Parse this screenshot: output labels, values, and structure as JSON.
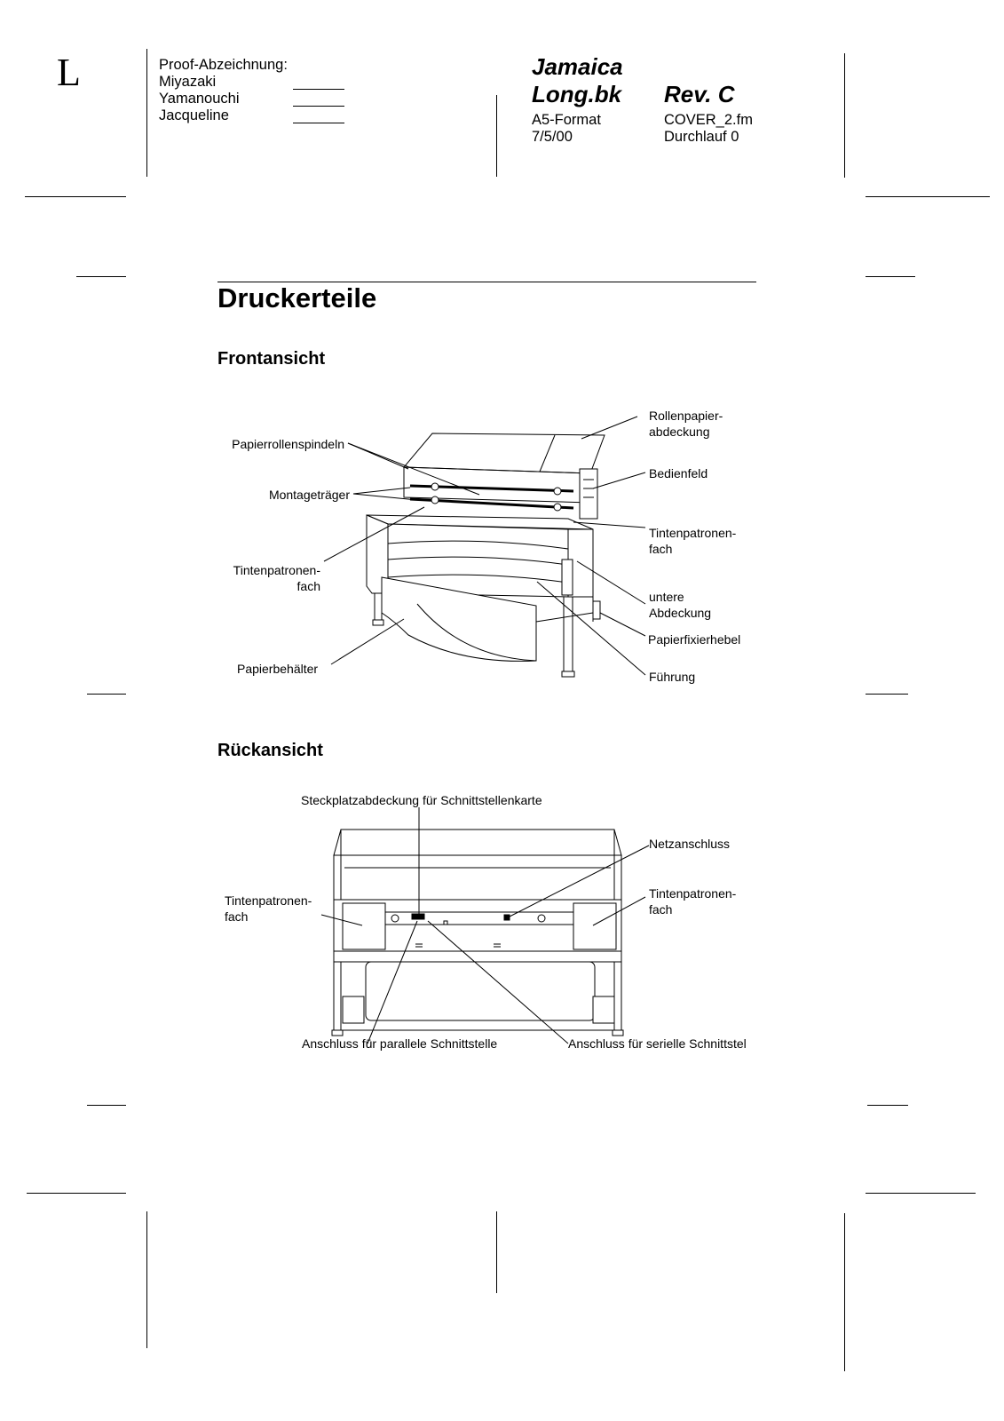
{
  "header": {
    "corner_letter": "L",
    "proof_title": "Proof-Abzeichnung:",
    "proof_names": [
      "Miyazaki",
      "Yamanouchi",
      "Jacqueline"
    ],
    "book_line1": "Jamaica",
    "book_line2": "Long.bk",
    "revision": "Rev. C",
    "format": "A5-Format",
    "date": "7/5/00",
    "file": "COVER_2.fm",
    "run": "Durchlauf 0"
  },
  "page": {
    "title": "Druckerteile"
  },
  "front_view": {
    "heading": "Frontansicht",
    "labels": {
      "paper_roll_spindles": "Papierrollenspindeln",
      "mounting_bracket": "Montageträger",
      "ink_compartment_left_1": "Tintenpatronen-",
      "ink_compartment_left_2": "fach",
      "paper_basket": "Papierbehälter",
      "roll_cover_1": "Rollenpapier-",
      "roll_cover_2": "abdeckung",
      "control_panel": "Bedienfeld",
      "ink_compartment_right_1": "Tintenpatronen-",
      "ink_compartment_right_2": "fach",
      "lower_cover_1": "untere",
      "lower_cover_2": "Abdeckung",
      "paper_lever": "Papierfixierhebel",
      "guide": "Führung"
    }
  },
  "rear_view": {
    "heading": "Rückansicht",
    "labels": {
      "slot_cover": "Steckplatzabdeckung für Schnittstellenkarte",
      "power_inlet": "Netzanschluss",
      "ink_left_1": "Tintenpatronen-",
      "ink_left_2": "fach",
      "ink_right_1": "Tintenpatronen-",
      "ink_right_2": "fach",
      "parallel_port": "Anschluss für parallele Schnittstelle",
      "serial_port": "Anschluss für serielle Schnittstel"
    }
  }
}
